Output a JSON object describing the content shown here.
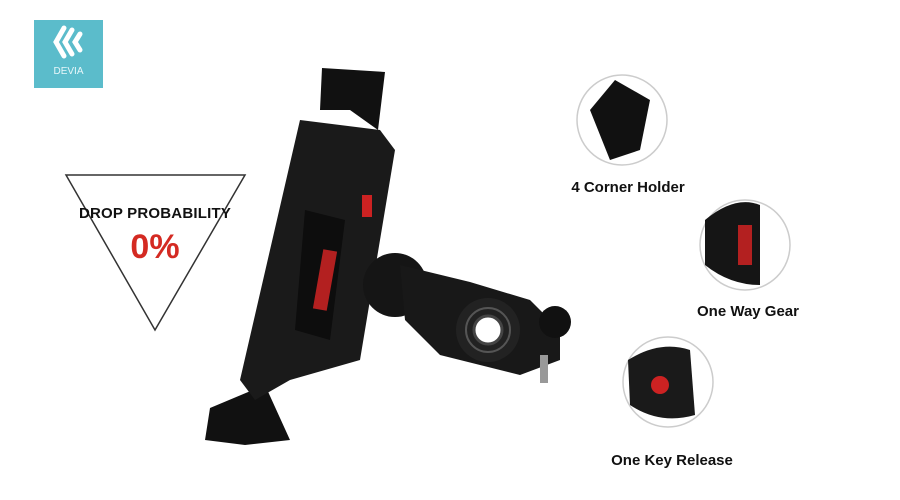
{
  "brand": {
    "name": "DEVIA",
    "color": "#5bbccb"
  },
  "badge": {
    "title": "DROP PROBABILITY",
    "value": "0%",
    "value_color": "#d42a22"
  },
  "features": [
    {
      "label": "4 Corner Holder"
    },
    {
      "label": "One Way Gear"
    },
    {
      "label": "One Key Release"
    }
  ]
}
